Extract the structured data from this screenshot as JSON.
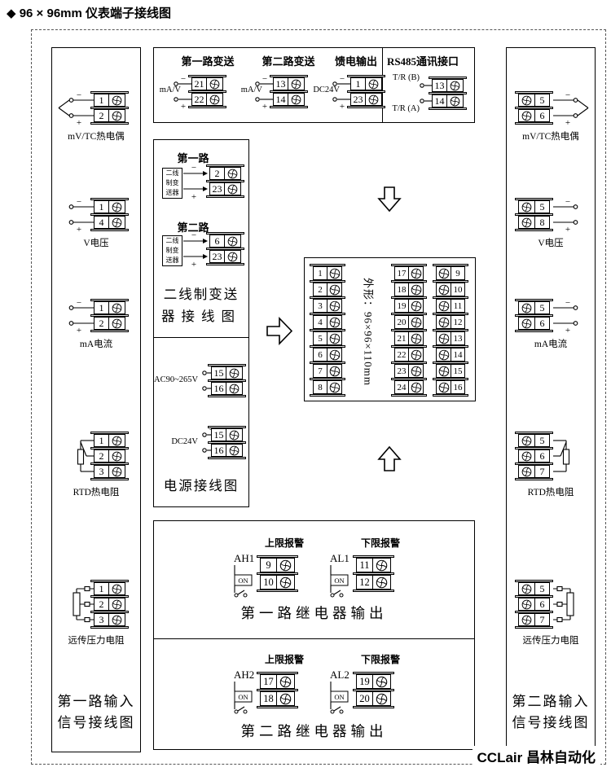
{
  "page": {
    "title": "◆ 96 × 96mm 仪表端子接线图",
    "brand": "CCLair 昌林自动化"
  },
  "center": {
    "dimension": "外形：96×96×110mm",
    "col1": [
      "1",
      "2",
      "3",
      "4",
      "5",
      "6",
      "7",
      "8"
    ],
    "col2": [
      "17",
      "18",
      "19",
      "20",
      "21",
      "22",
      "23",
      "24"
    ],
    "col3": [
      "9",
      "10",
      "11",
      "12",
      "13",
      "14",
      "15",
      "16"
    ]
  },
  "top": {
    "groups": [
      {
        "title": "第一路变送",
        "sub": "mA/V",
        "signs": [
          "−",
          "+"
        ],
        "nums": [
          "21",
          "22"
        ]
      },
      {
        "title": "第二路变送",
        "sub": "mA/V",
        "signs": [
          "−",
          "+"
        ],
        "nums": [
          "13",
          "14"
        ]
      },
      {
        "title": "馈电输出",
        "sub": "DC24V",
        "signs": [
          "−",
          "+"
        ],
        "nums": [
          "1",
          "23"
        ]
      }
    ],
    "rs485": {
      "title": "RS485通讯接口",
      "rows": [
        {
          "label": "T/R (B)",
          "num": "13"
        },
        {
          "label": "T/R (A)",
          "num": "14"
        }
      ]
    }
  },
  "left": {
    "sections": [
      {
        "label": "mV/TC热电偶",
        "symbol": "thermocouple",
        "signs": [
          "−",
          "+"
        ],
        "nums": [
          "1",
          "2"
        ]
      },
      {
        "label": "V电压",
        "symbol": "wires",
        "signs": [
          "−",
          "+"
        ],
        "nums": [
          "1",
          "4"
        ]
      },
      {
        "label": "mA电流",
        "symbol": "wires",
        "signs": [
          "−",
          "+"
        ],
        "nums": [
          "1",
          "2"
        ]
      },
      {
        "label": "RTD热电阻",
        "symbol": "rtd",
        "nums": [
          "1",
          "2",
          "3"
        ]
      },
      {
        "label": "远传压力电阻",
        "symbol": "pressure",
        "nums": [
          "1",
          "2",
          "3"
        ]
      }
    ],
    "title": [
      "第一路输入",
      "信号接线图"
    ]
  },
  "right": {
    "sections": [
      {
        "label": "mV/TC热电偶",
        "symbol": "thermocouple",
        "signs": [
          "−",
          "+"
        ],
        "nums": [
          "5",
          "6"
        ]
      },
      {
        "label": "V电压",
        "symbol": "wires",
        "signs": [
          "−",
          "+"
        ],
        "nums": [
          "5",
          "8"
        ]
      },
      {
        "label": "mA电流",
        "symbol": "wires",
        "signs": [
          "−",
          "+"
        ],
        "nums": [
          "5",
          "6"
        ]
      },
      {
        "label": "RTD热电阻",
        "symbol": "rtd",
        "nums": [
          "5",
          "6",
          "7"
        ]
      },
      {
        "label": "远传压力电阻",
        "symbol": "pressure",
        "nums": [
          "5",
          "6",
          "7"
        ]
      }
    ],
    "title": [
      "第二路输入",
      "信号接线图"
    ]
  },
  "transmitter": {
    "groups": [
      {
        "title": "第一路",
        "box": "二线制变送器",
        "signs": [
          "−",
          "+"
        ],
        "nums": [
          "2",
          "23"
        ]
      },
      {
        "title": "第二路",
        "box": "二线制变送器",
        "signs": [
          "−",
          "+"
        ],
        "nums": [
          "6",
          "23"
        ]
      }
    ],
    "title": [
      "二线制变送",
      "器接线图"
    ]
  },
  "power": {
    "groups": [
      {
        "label": "AC90~265V",
        "signs": [
          "",
          ""
        ],
        "nums": [
          "15",
          "16"
        ]
      },
      {
        "label": "DC24V",
        "signs": [
          "+",
          "−"
        ],
        "nums": [
          "15",
          "16"
        ]
      }
    ],
    "title": "电源接线图"
  },
  "relay": {
    "sections": [
      {
        "title": "第一路继电器输出",
        "groups": [
          {
            "header": "上限报警",
            "tag": "AH1",
            "switch_label": "ON",
            "nums": [
              "9",
              "10"
            ]
          },
          {
            "header": "下限报警",
            "tag": "AL1",
            "switch_label": "ON",
            "nums": [
              "11",
              "12"
            ]
          }
        ]
      },
      {
        "title": "第二路继电器输出",
        "groups": [
          {
            "header": "上限报警",
            "tag": "AH2",
            "switch_label": "ON",
            "nums": [
              "17",
              "18"
            ]
          },
          {
            "header": "下限报警",
            "tag": "AL2",
            "switch_label": "ON",
            "nums": [
              "19",
              "20"
            ]
          }
        ]
      }
    ]
  }
}
